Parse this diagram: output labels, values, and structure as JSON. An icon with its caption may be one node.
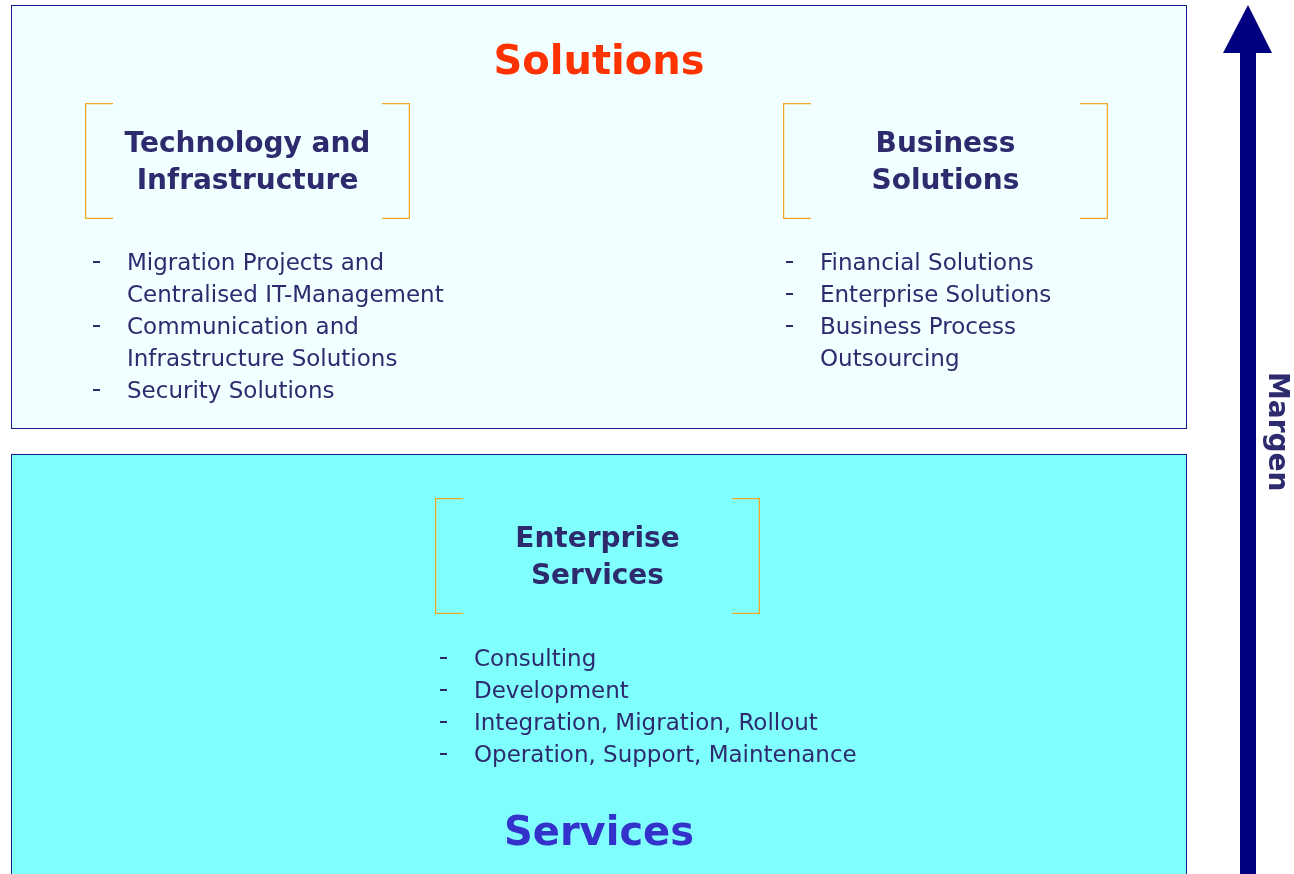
{
  "diagram": {
    "nodes": [
      {
        "text": [
          "Solutions"
        ]
      },
      {
        "text": [
          "Technology and Infrastructure"
        ],
        "in": 0,
        "beside": [
          "Migration Projects and Centralised IT-Management",
          "Communication and Infrastructure Solutions",
          "Security Solutions"
        ]
      },
      {
        "text": [
          "Business Solutions"
        ],
        "in": 0,
        "beside": [
          "Financial Solutions",
          "Enterprise Solutions",
          "Business Process Outsourcing"
        ]
      },
      {
        "text": [
          "Services"
        ]
      },
      {
        "text": [
          "Enterprise Services"
        ],
        "in": 3,
        "beside": [
          "Consulting",
          "Development",
          "Integration, Migration, Rollout",
          "Operation, Support, Maintenance"
        ]
      }
    ],
    "labels": [
      "Margen"
    ]
  }
}
